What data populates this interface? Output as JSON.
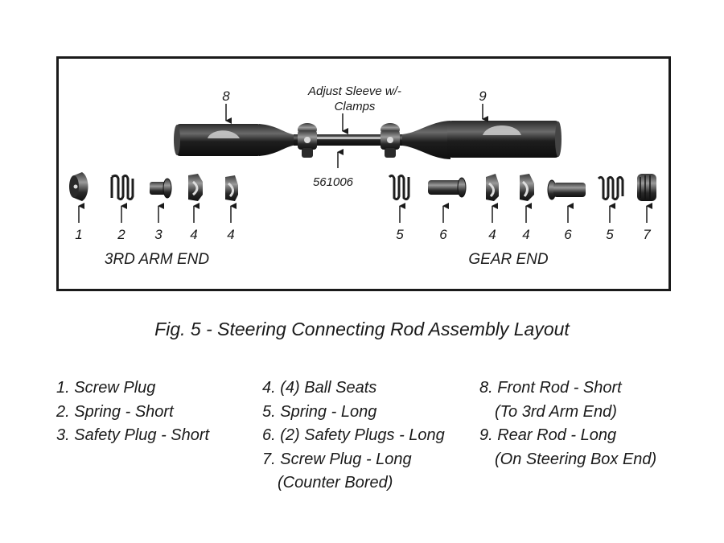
{
  "diagram": {
    "callouts": {
      "front_rod": "8",
      "rear_rod": "9",
      "adjust_sleeve_line1": "Adjust Sleeve w/-",
      "adjust_sleeve_line2": "Clamps",
      "part_number": "561006"
    },
    "left_parts": [
      "1",
      "2",
      "3",
      "4",
      "4"
    ],
    "right_parts": [
      "5",
      "6",
      "4",
      "4",
      "6",
      "5",
      "7"
    ],
    "left_end_label": "3RD ARM END",
    "right_end_label": "GEAR END"
  },
  "caption": "Fig. 5 - Steering Connecting Rod Assembly Layout",
  "legend": {
    "col1": [
      "1. Screw Plug",
      "2. Spring - Short",
      "3. Safety Plug - Short"
    ],
    "col2": [
      "4. (4) Ball Seats",
      "5. Spring - Long",
      "6. (2) Safety Plugs - Long",
      "7. Screw Plug - Long",
      "(Counter Bored)"
    ],
    "col3": [
      "8. Front Rod - Short",
      "(To 3rd Arm End)",
      "9. Rear Rod - Long",
      "(On Steering Box End)"
    ]
  }
}
